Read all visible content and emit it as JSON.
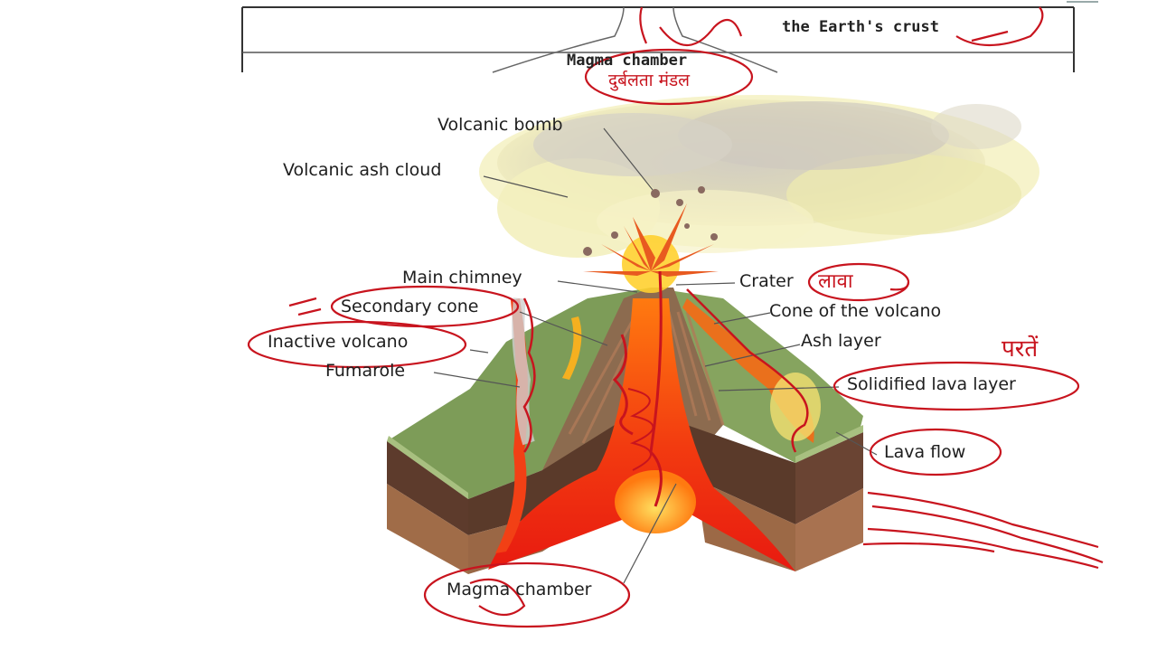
{
  "top_panel": {
    "crust_label": "the Earth's crust",
    "magma_label": "Magma chamber",
    "annotation": "दुर्बलता मंडल"
  },
  "labels": {
    "volcanic_bomb": "Volcanic bomb",
    "volcanic_ash_cloud": "Volcanic ash cloud",
    "main_chimney": "Main chimney",
    "secondary_cone": "Secondary cone",
    "inactive_volcano": "Inactive volcano",
    "fumarole": "Fumarole",
    "crater": "Crater",
    "cone_of_the_volcano": "Cone of the volcano",
    "ash_layer": "Ash layer",
    "solidified_lava_layer": "Solidified lava layer",
    "lava_flow": "Lava flow",
    "magma_chamber": "Magma chamber"
  },
  "handwriting": {
    "lava": "लावा",
    "layers": "परतें"
  },
  "colors": {
    "ink": "#c8141e",
    "grass": "#7a9a55",
    "soil_dark": "#5a3a2c",
    "soil_light": "#9a6a48",
    "lava": "#f03a10",
    "lava_glow": "#ffd020",
    "ash": "#d8d2b4"
  }
}
